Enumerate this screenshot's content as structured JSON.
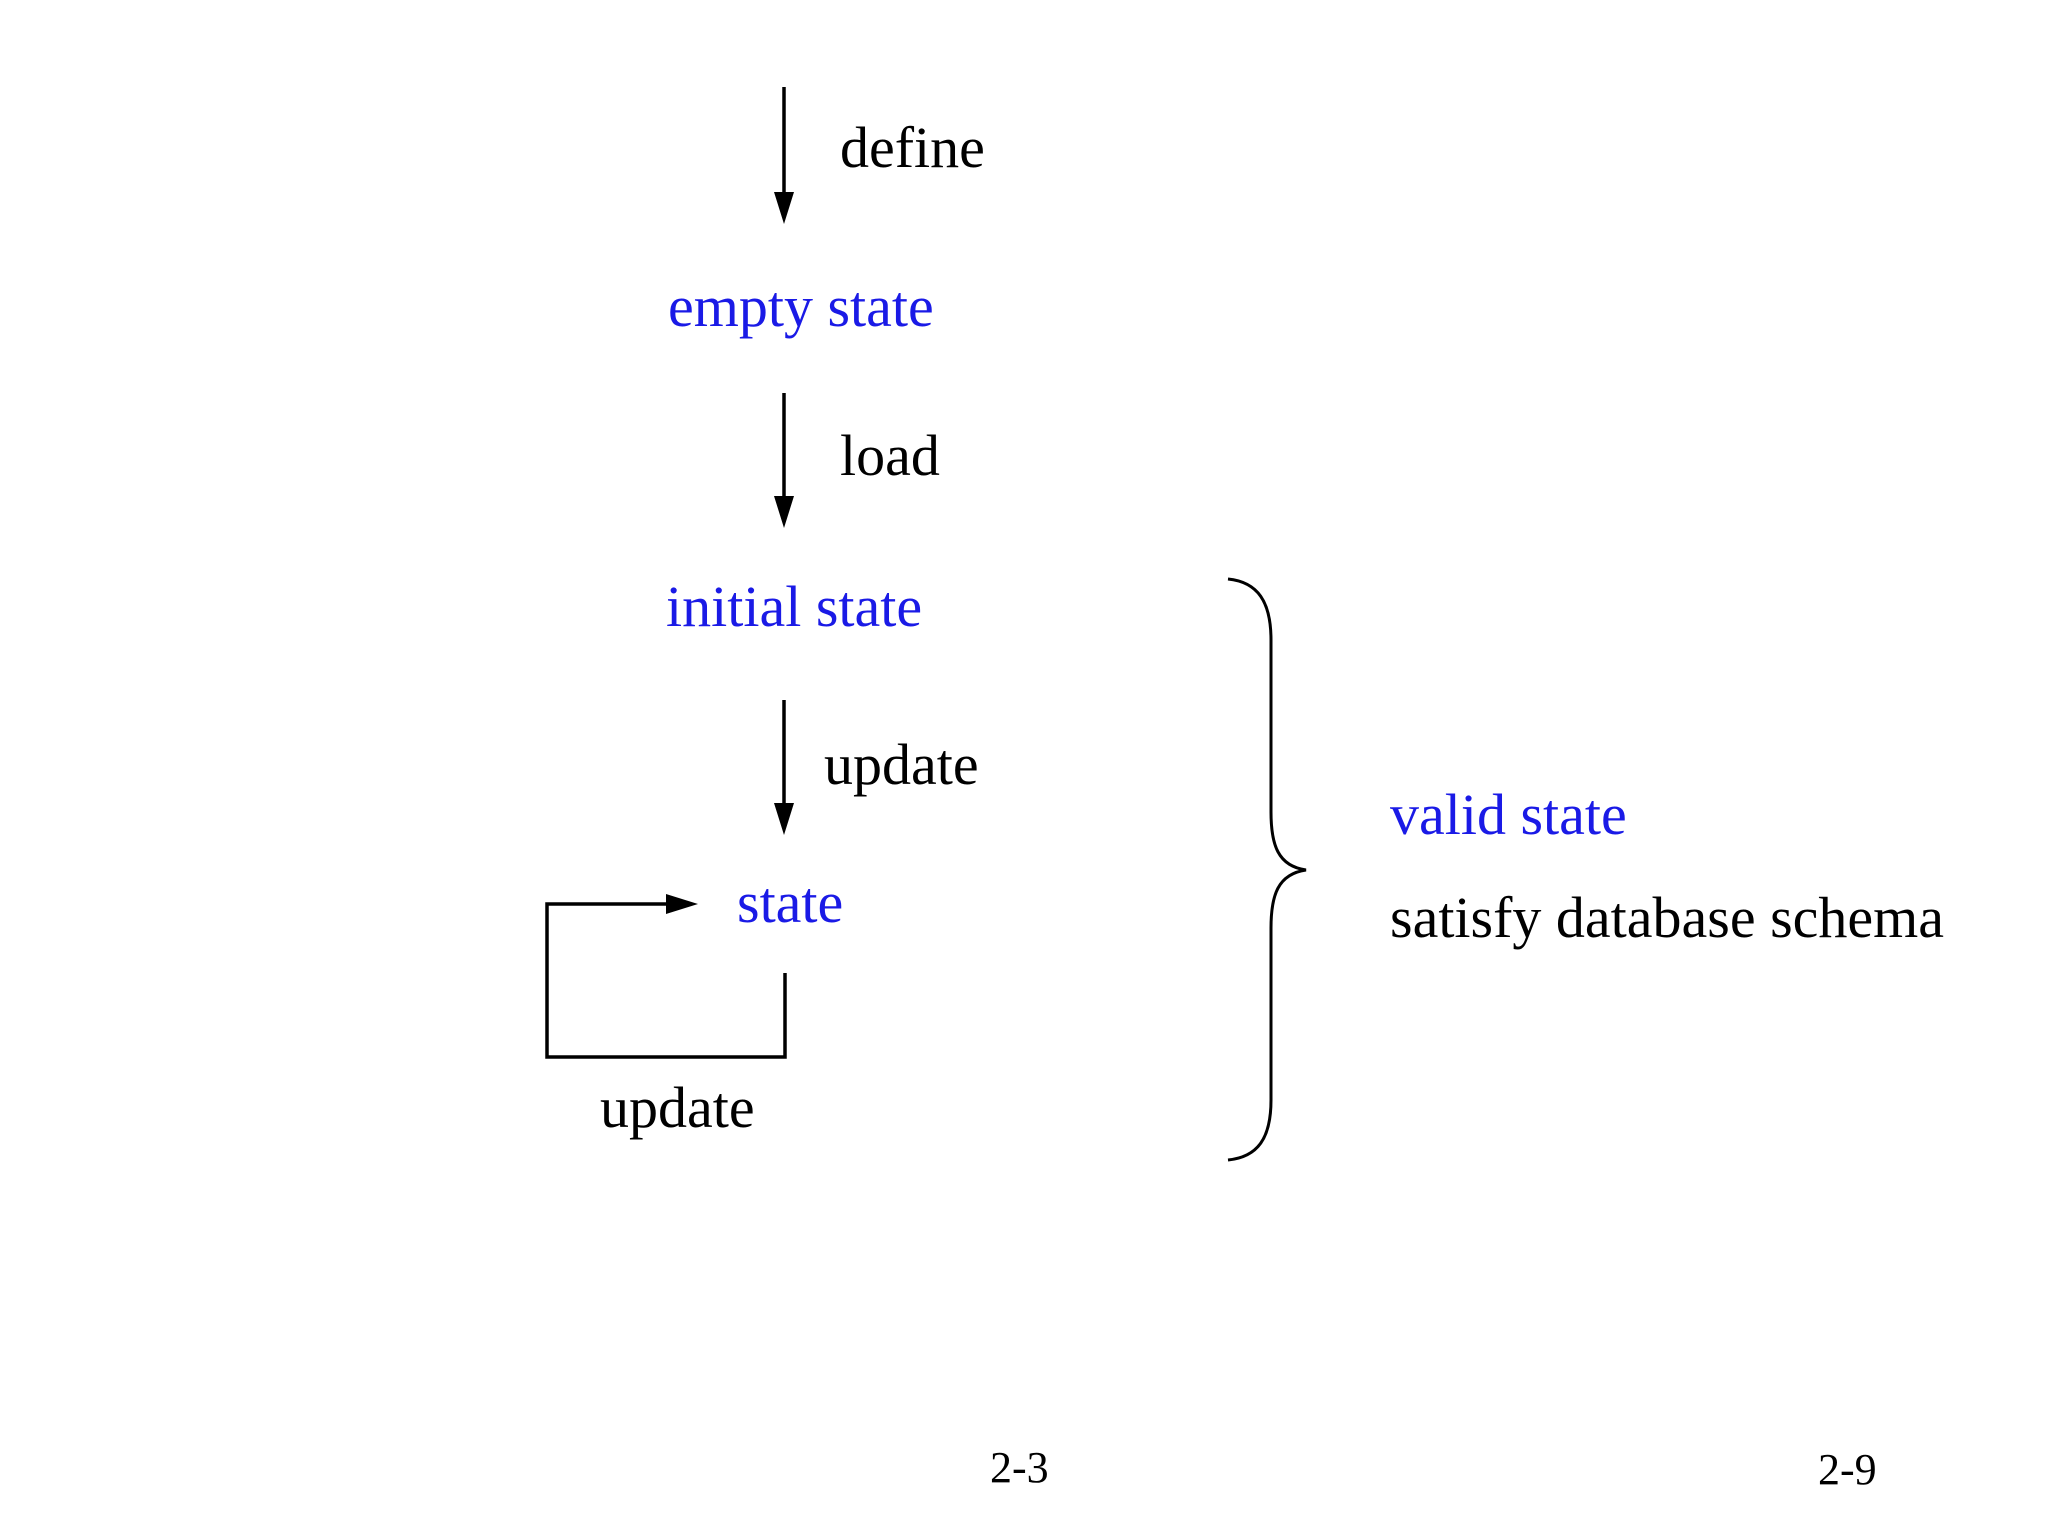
{
  "colors": {
    "state_blue": "#1a1ae6",
    "line_black": "#000000"
  },
  "flow": {
    "define_label": "define",
    "empty_state_label": "empty state",
    "load_label": "load",
    "initial_state_label": "initial state",
    "update_label": "update",
    "state_label": "state",
    "loop_update_label": "update"
  },
  "brace_note": {
    "valid_state_label": "valid state",
    "schema_label": "satisfy database schema"
  },
  "footer": {
    "left_page_number": "2-3",
    "right_page_number": "2-9"
  },
  "shapes": {
    "define_arrow": "down-arrow",
    "load_arrow": "down-arrow",
    "update_arrow": "down-arrow",
    "loop_arrow": "loop-arrow",
    "grouping_brace": "right-curly-brace"
  }
}
